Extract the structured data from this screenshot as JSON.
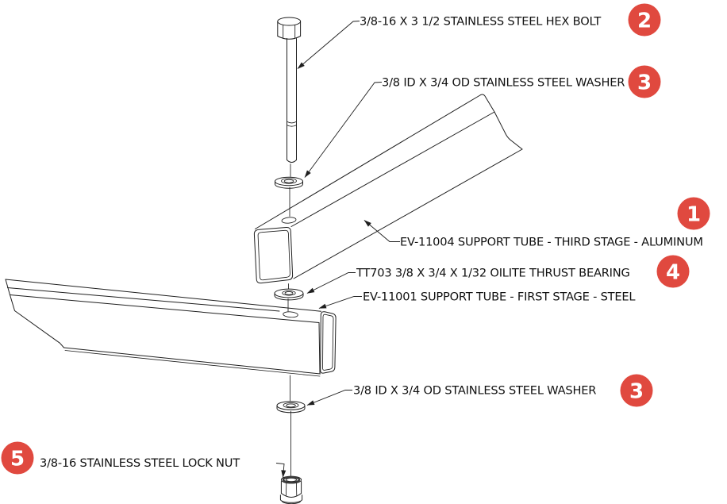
{
  "diagram": {
    "background": "#ffffff",
    "line_color": "#1f1f1f",
    "badge_color": "#e0493f",
    "badge_text_color": "#ffffff",
    "callouts": [
      {
        "badge": "2",
        "label": "3/8-16 X 3 1/2 STAINLESS STEEL HEX BOLT"
      },
      {
        "badge": "3",
        "label": "3/8 ID X 3/4 OD STAINLESS STEEL WASHER"
      },
      {
        "badge": "1",
        "label": "EV-11004 SUPPORT TUBE - THIRD STAGE - ALUMINUM"
      },
      {
        "badge": "4",
        "label": "TT703 3/8 X 3/4 X 1/32 OILITE THRUST BEARING"
      },
      {
        "badge": "",
        "label": "EV-11001 SUPPORT TUBE - FIRST STAGE - STEEL"
      },
      {
        "badge": "3",
        "label": "3/8 ID X 3/4 OD STAINLESS STEEL WASHER"
      },
      {
        "badge": "5",
        "label": "3/8-16 STAINLESS STEEL LOCK NUT"
      }
    ]
  }
}
